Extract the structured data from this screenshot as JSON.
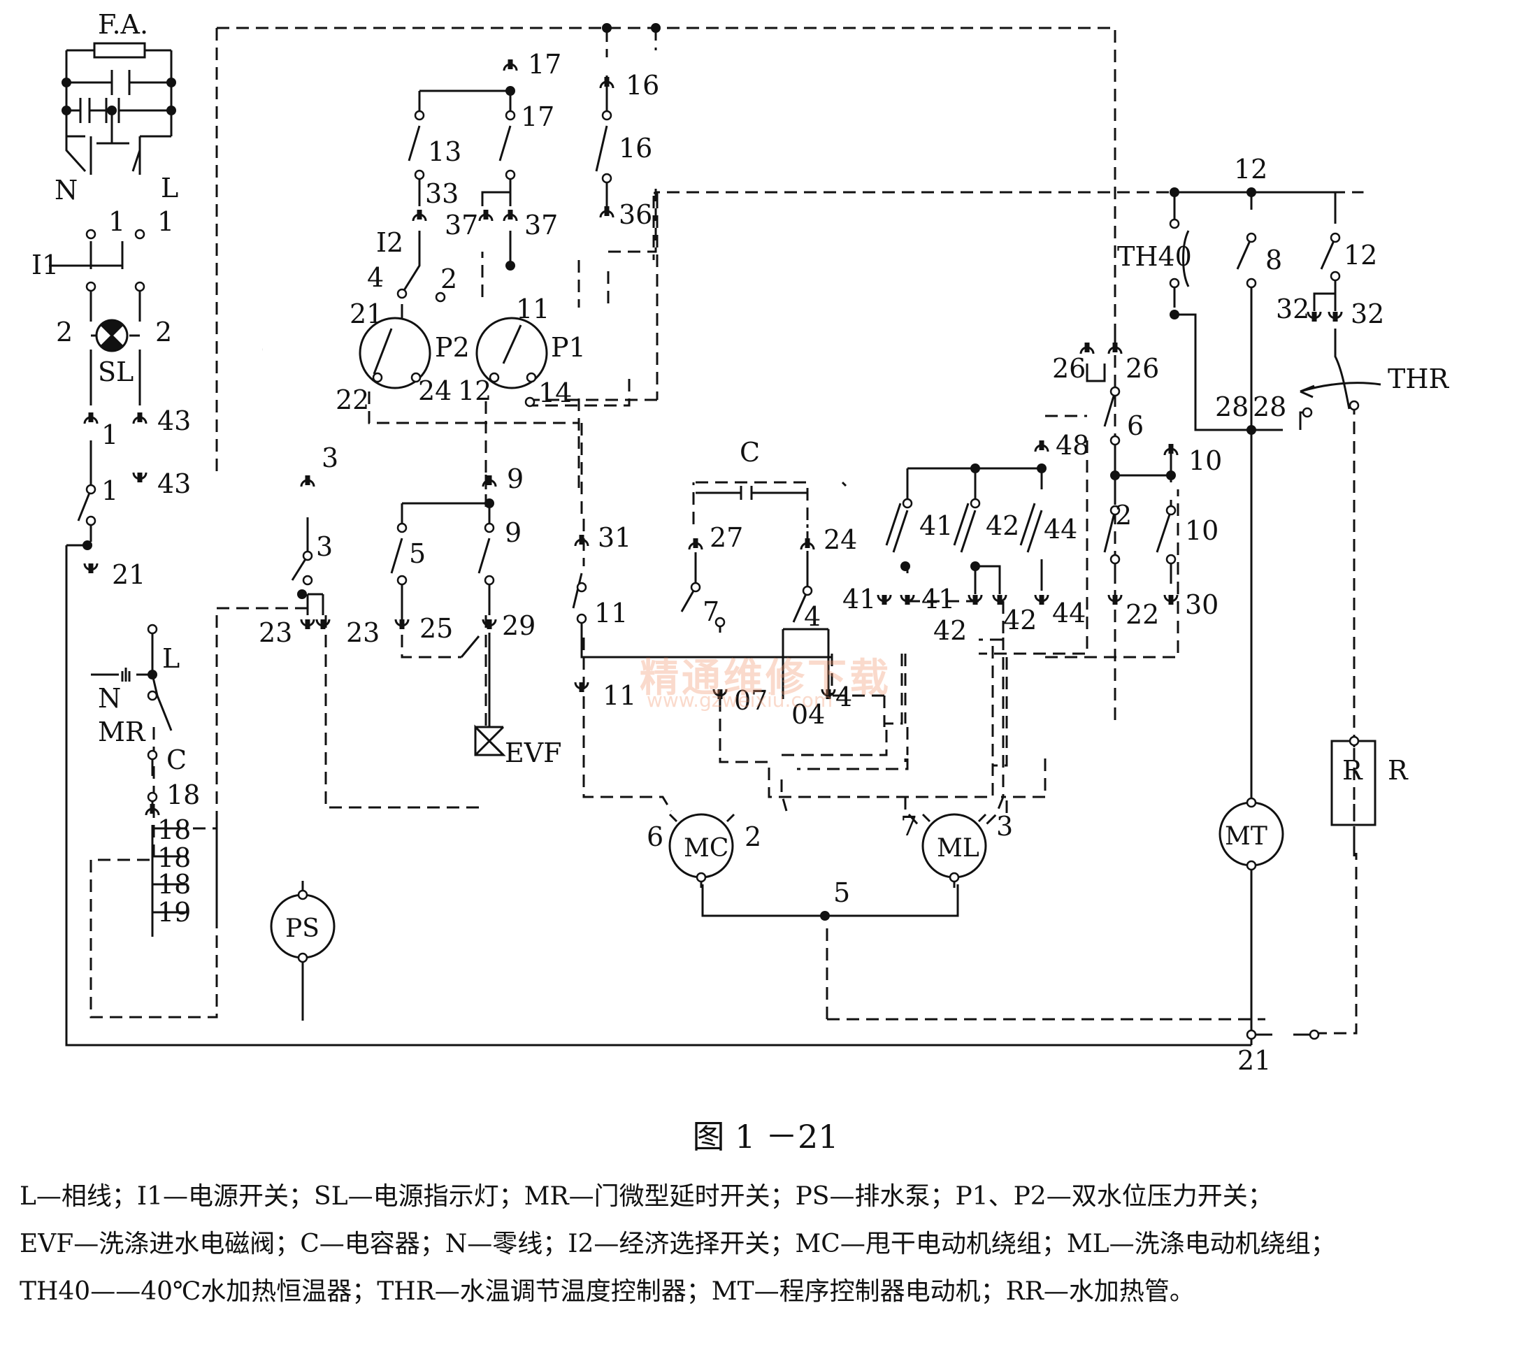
{
  "figure": {
    "caption": "图 1 －21",
    "watermark": "精通维修下载",
    "watermark_url": "www.gzweixiu.com",
    "legend_lines": [
      "L—相线；I1—电源开关；SL—电源指示灯；MR—门微型延时开关；PS—排水泵；P1、P2—双水位压力开关；",
      "EVF—洗涤进水电磁阀；C—电容器；N—零线；I2—经济选择开关；MC—甩干电动机绕组；ML—洗涤电动机绕组；",
      "TH40——40℃水加热恒温器；THR—水温调节温度控制器；MT—程序控制器电动机；RR—水加热管。"
    ]
  },
  "components": {
    "fa": "F.A.",
    "n": "N",
    "l": "L",
    "i1": "I1",
    "sl": "SL",
    "mr": "MR",
    "mr_l": "L",
    "mr_n": "N",
    "mr_c": "C",
    "i2": "I2",
    "p2": "P2",
    "p1": "P1",
    "evf": "EVF",
    "c": "C",
    "ps": "PS",
    "mc": "MC",
    "ml": "ML",
    "mt": "MT",
    "r_box": "R",
    "r": "R",
    "th40": "TH40",
    "thr": "THR"
  },
  "terminals": {
    "t17a": "17",
    "t17b": "17",
    "t16a": "16",
    "t16b": "16",
    "t13": "13",
    "t33": "33",
    "t37a": "37",
    "t37b": "37",
    "t36": "36",
    "t4a": "4",
    "t2a": "2",
    "t21a": "21",
    "t11a": "11",
    "t22a": "22",
    "t24a": "24",
    "t12a": "12",
    "t14": "14",
    "n1": "1",
    "l1": "1",
    "sl2l": "2",
    "sl2r": "2",
    "t1a": "1",
    "t43a": "43",
    "t1b": "1",
    "t43b": "43",
    "t21b": "21",
    "t18a": "18",
    "t18b": "18",
    "t18c": "18",
    "t18d": "18",
    "t19": "19",
    "t3a": "3",
    "t3b": "3",
    "t23a": "23",
    "t23b": "23",
    "t9a": "9",
    "t9b": "9",
    "t5": "5",
    "t25": "25",
    "t29": "29",
    "t31": "31",
    "t11b": "11",
    "t11c": "11",
    "t27": "27",
    "t7": "7",
    "t24b": "24",
    "t4b": "4",
    "t07": "07",
    "t04": "04",
    "t4c": "4",
    "mc6": "6",
    "mc2": "2",
    "t5b": "5",
    "ml7": "7",
    "ml3": "3",
    "t41a": "41",
    "t42a": "42",
    "t44a": "44",
    "t48": "48",
    "t41b": "41",
    "t41c": "41",
    "t42b": "42",
    "t42c": "42",
    "t44b": "44",
    "t26a": "26",
    "t26b": "26",
    "t6": "6",
    "t2b": "2",
    "t22b": "22",
    "t10a": "10",
    "t10b": "10",
    "t30": "30",
    "t12b": "12",
    "t8": "8",
    "t12c": "12",
    "t32a": "32",
    "t32b": "32",
    "t28a": "28",
    "t28b": "28",
    "t21c": "21"
  }
}
